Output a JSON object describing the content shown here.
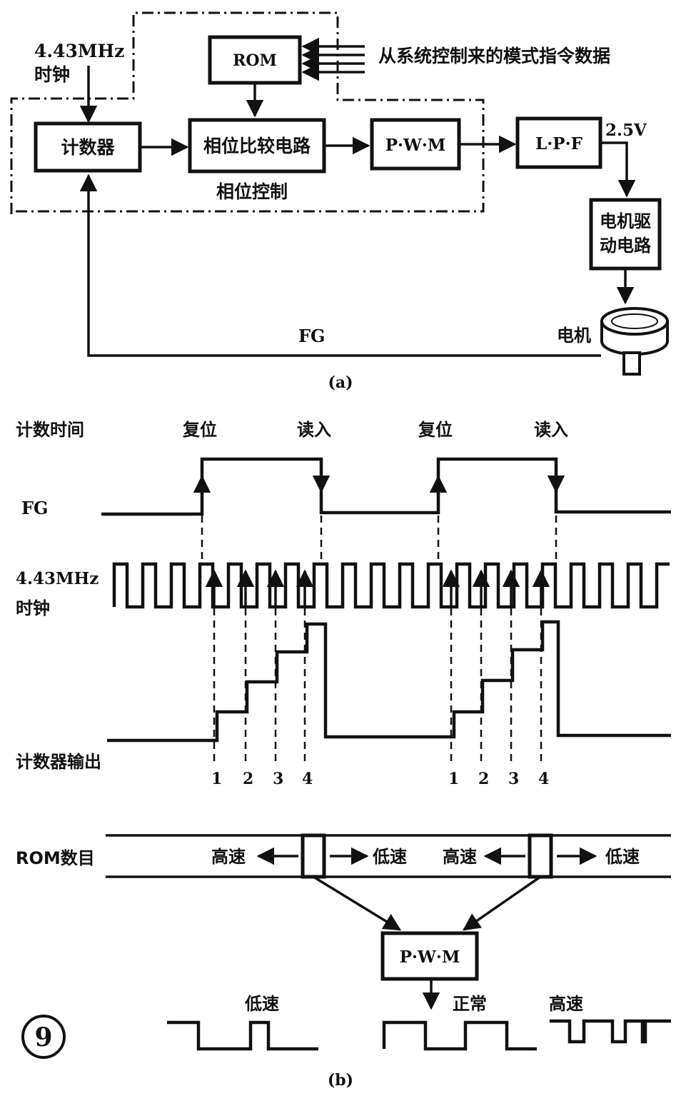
{
  "figure_number": "⑨",
  "part_a": {
    "caption": "(a)",
    "clock_label_line1": "4.43MHz",
    "clock_label_line2": "时钟",
    "rom": "ROM",
    "mode_command": "从系统控制来的模式指令数据",
    "counter": "计数器",
    "phase_compare": "相位比较电路",
    "pwm": "P·W·M",
    "lpf": "L·P·F",
    "voltage": "2.5V",
    "phase_control": "相位控制",
    "motor_drive_line1": "电机驱",
    "motor_drive_line2": "动电路",
    "fg": "FG",
    "motor": "电机"
  },
  "part_b": {
    "caption": "(b)",
    "count_time": "计数时间",
    "reset": "复位",
    "read": "读入",
    "fg_row": "FG",
    "clock_line1": "4.43MHz",
    "clock_line2": "时钟",
    "counter_output": "计数器输出",
    "step_labels": [
      "1",
      "2",
      "3",
      "4"
    ],
    "rom_row": "ROM数目",
    "high_speed": "高速",
    "low_speed": "低速",
    "pwm": "P·W·M",
    "normal": "正常"
  }
}
